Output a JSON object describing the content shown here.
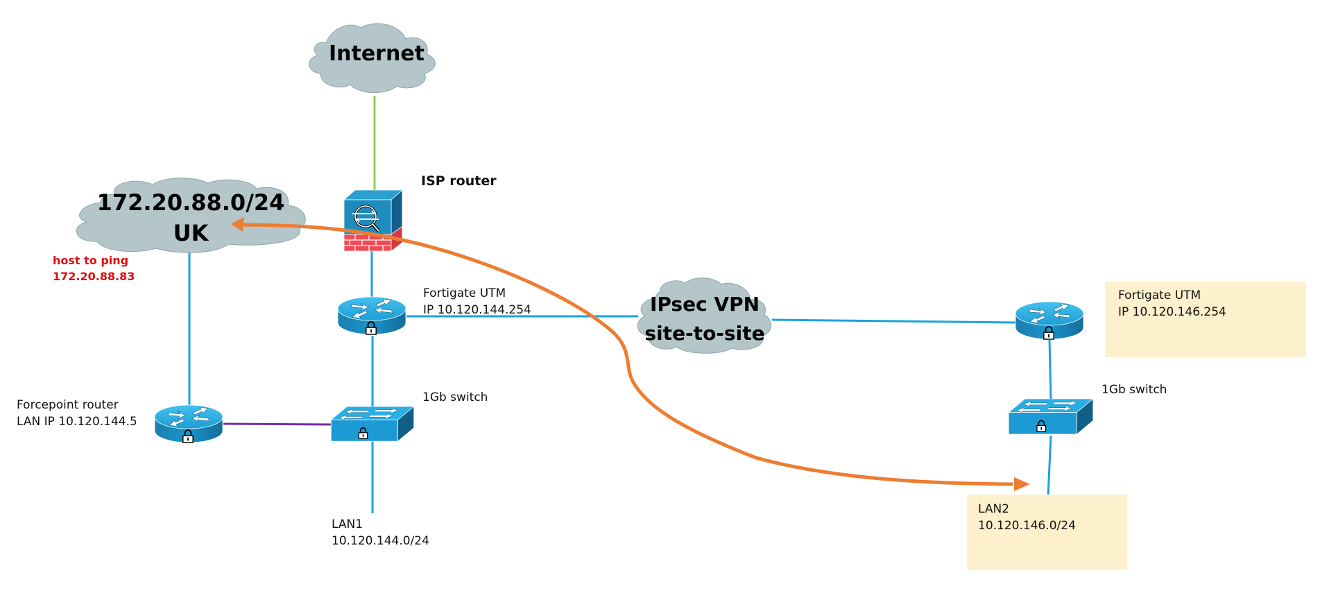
{
  "clouds": {
    "internet": {
      "label": "Internet"
    },
    "uk": {
      "line1": "172.20.88.0/24",
      "line2": "UK"
    },
    "vpn": {
      "line1": "IPsec VPN",
      "line2": "site-to-site"
    }
  },
  "devices": {
    "isp_router": {
      "label": "ISP router"
    },
    "fortigate_left": {
      "line1": "Fortigate UTM",
      "line2": "IP 10.120.144.254"
    },
    "fortigate_right": {
      "line1": "Fortigate UTM",
      "line2": "IP 10.120.146.254"
    },
    "forcepoint": {
      "line1": "Forcepoint router",
      "line2": "LAN IP 10.120.144.5"
    },
    "switch_left": {
      "label": "1Gb switch"
    },
    "switch_right": {
      "label": "1Gb switch"
    }
  },
  "networks": {
    "lan1": {
      "line1": "LAN1",
      "line2": "10.120.144.0/24"
    },
    "lan2": {
      "line1": "LAN2",
      "line2": "10.120.146.0/24"
    }
  },
  "annotation": {
    "line1": "host to ping",
    "line2": "172.20.88.83"
  },
  "colors": {
    "link": "#1aa3dc",
    "internet_link": "#92d050",
    "forcepoint_link": "#7030a0",
    "traffic_path": "#ed7d31",
    "cloud_fill": "#b4c6c9",
    "note_fill": "#fdf0cc",
    "annotation": "#e00b0b"
  }
}
